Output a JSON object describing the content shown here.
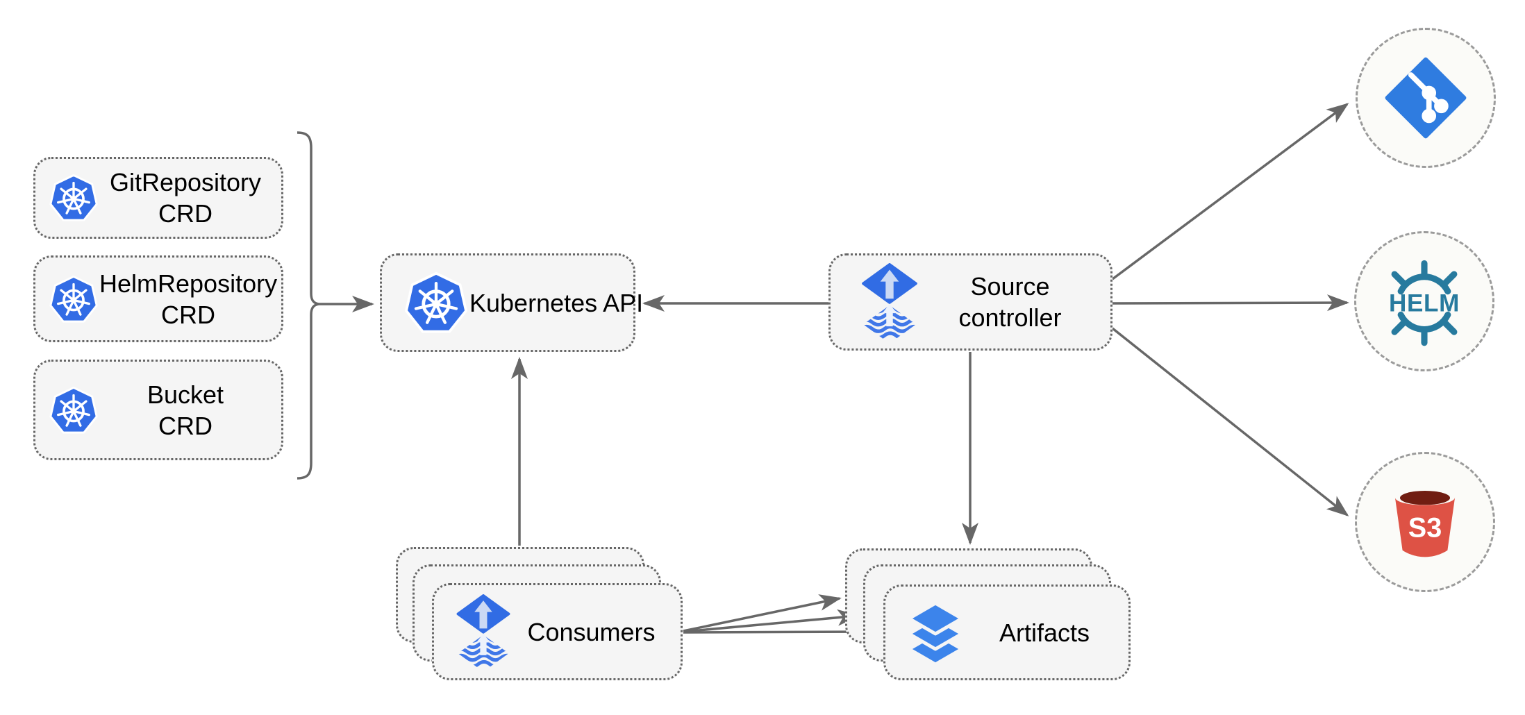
{
  "diagram": {
    "background": "#ffffff",
    "description": "Flux source-controller architecture diagram"
  },
  "nodes": {
    "git_repository_crd": {
      "label": "GitRepository",
      "sublabel": "CRD",
      "icon": "kubernetes-icon"
    },
    "helm_repository_crd": {
      "label": "HelmRepository",
      "sublabel": "CRD",
      "icon": "kubernetes-icon"
    },
    "bucket_crd": {
      "label": "Bucket",
      "sublabel": "CRD",
      "icon": "kubernetes-icon"
    },
    "kubernetes_api": {
      "label": "Kubernetes API",
      "icon": "kubernetes-icon"
    },
    "source_controller": {
      "label": "Source",
      "sublabel": "controller",
      "icon": "flux-icon"
    },
    "consumers": {
      "label": "Consumers",
      "icon": "flux-icon",
      "stacked": 3
    },
    "artifacts": {
      "label": "Artifacts",
      "icon": "layers-icon",
      "stacked": 3
    },
    "git_endpoint": {
      "icon": "git-icon",
      "logo_text": ""
    },
    "helm_endpoint": {
      "icon": "helm-icon",
      "logo_text": "HELM"
    },
    "s3_endpoint": {
      "icon": "s3-bucket-icon",
      "logo_text": "S3"
    }
  },
  "edges": [
    {
      "from": "crd-group-bracket",
      "to": "kubernetes_api"
    },
    {
      "from": "source_controller",
      "to": "kubernetes_api"
    },
    {
      "from": "source_controller",
      "to": "git_endpoint"
    },
    {
      "from": "source_controller",
      "to": "helm_endpoint"
    },
    {
      "from": "source_controller",
      "to": "s3_endpoint"
    },
    {
      "from": "source_controller",
      "to": "artifacts"
    },
    {
      "from": "consumers",
      "to": "kubernetes_api"
    },
    {
      "from": "consumers",
      "to": "artifacts_back"
    },
    {
      "from": "consumers",
      "to": "artifacts_middle"
    },
    {
      "from": "consumers",
      "to": "artifacts_front"
    }
  ],
  "colors": {
    "kubernetes_blue": "#326CE5",
    "flux_blue": "#316CE4",
    "flux_arrow_light": "#CBD9F4",
    "layers_blue": "#3C84EB",
    "git_blue": "#2F7CE0",
    "helm_teal": "#277A9E",
    "s3_red": "#DE5245",
    "s3_dark": "#701D12",
    "edge_gray": "#676767",
    "node_fill": "#F5F5F5",
    "node_border": "#666666",
    "circle_fill": "#FBFBF8",
    "circle_border": "#9B9B9B",
    "label_color": "#000000"
  }
}
